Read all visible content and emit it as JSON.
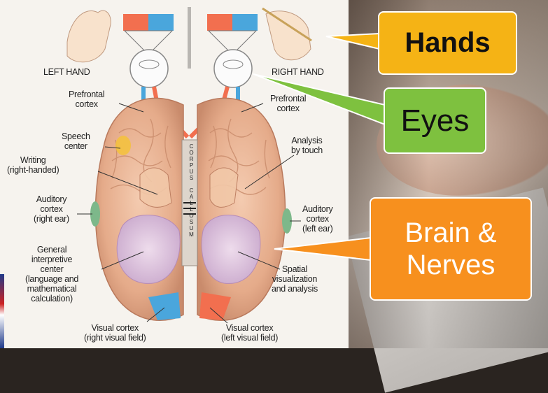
{
  "diagram": {
    "labels": {
      "left_hand": "LEFT HAND",
      "right_hand": "RIGHT HAND",
      "prefrontal_left": "Prefrontal\ncortex",
      "prefrontal_right": "Prefrontal\ncortex",
      "speech_center": "Speech\ncenter",
      "writing": "Writing\n(right-handed)",
      "auditory_right_ear": "Auditory\ncortex\n(right ear)",
      "general_interpretive": "General\ninterpretive\ncenter\n(language and\nmathematical\ncalculation)",
      "visual_right_field": "Visual cortex\n(right visual field)",
      "analysis_touch": "Analysis\nby touch",
      "auditory_left_ear": "Auditory\ncortex\n(left ear)",
      "spatial": "Spatial\nvisualization\nand analysis",
      "visual_left_field": "Visual cortex\n(left visual field)",
      "corpus_callosum": "CORPUS CALLOSUM"
    }
  },
  "callouts": {
    "hands": "Hands",
    "eyes": "Eyes",
    "brain": "Brain &\nNerves"
  },
  "colors": {
    "hands_callout": "#f5b315",
    "eyes_callout": "#7ec13f",
    "brain_callout": "#f7901e",
    "brain_tissue": "#e9b99a",
    "visual_field_red": "#f26f4f",
    "visual_field_blue": "#4aa6dc"
  }
}
